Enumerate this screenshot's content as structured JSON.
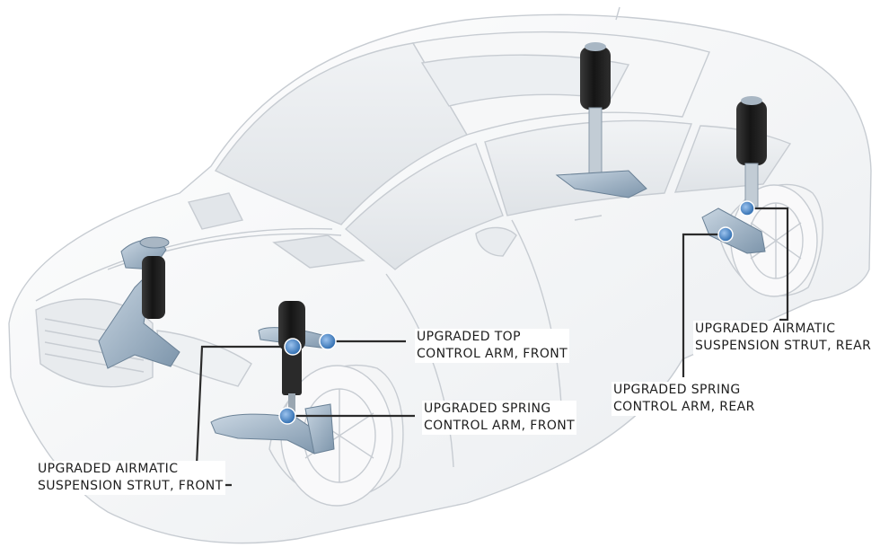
{
  "diagram": {
    "callouts": [
      {
        "id": "top-arm-front",
        "line1": "UPGRADED TOP",
        "line2": "CONTROL ARM, FRONT"
      },
      {
        "id": "spring-arm-front",
        "line1": "UPGRADED SPRING",
        "line2": "CONTROL ARM, FRONT"
      },
      {
        "id": "strut-front",
        "line1": "UPGRADED AIRMATIC",
        "line2": "SUSPENSION STRUT, FRONT"
      },
      {
        "id": "strut-rear",
        "line1": "UPGRADED AIRMATIC",
        "line2": "SUSPENSION STRUT, REAR"
      },
      {
        "id": "spring-arm-rear",
        "line1": "UPGRADED SPRING",
        "line2": "CONTROL ARM, REAR"
      }
    ]
  },
  "colors": {
    "leader_line": "#2b2b2b",
    "marker_fill": "#4a86c8",
    "strut_dark": "#202020",
    "arm_steel": "#8fa6ba",
    "car_outline": "#c7ccd2"
  },
  "icons": [
    "car-illustration",
    "air-strut-icon",
    "control-arm-icon",
    "marker-dot-icon"
  ]
}
